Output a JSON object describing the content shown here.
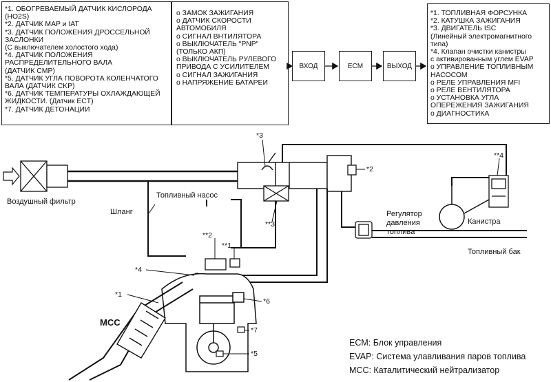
{
  "sensors": {
    "items": [
      "*1. ОБОГРЕВАЕМЫЙ ДАТЧИК КИСЛОРОДА",
      "(HO2S)",
      "*2. ДАТЧИК MAP и IAT",
      "*3. ДАТЧИК ПОЛОЖЕНИЯ ДРОССЕЛЬНОЙ",
      "ЗАСЛОНКИ",
      "(С выключателем холостого хода)",
      "*4. ДАТЧИК ПОЛОЖЕНИЯ",
      "РАСПРЕДЕЛИТЕЛЬНОГО ВАЛА",
      "(ДАТЧИК CMP)",
      "*5. ДАТЧИК УГЛА ПОВОРОТА КОЛЕНЧАТОГО",
      "ВАЛА (ДАТЧИК CKP)",
      "*6. ДАТЧИК ТЕМПЕРАТУРЫ ОХЛАЖДАЮЩЕЙ",
      "ЖИДКОСТИ.  (Датчик ECT)",
      "*7. ДАТЧИК ДЕТОНАЦИИ"
    ]
  },
  "switches": {
    "items": [
      "о ЗАМОК ЗАЖИГАНИЯ",
      "о ДАТЧИК СКОРОСТИ",
      "АВТОМОБИЛЯ",
      "о СИГНАЛ ВНТИЛЯТОРА",
      "о ВЫКЛЮЧАТЕЛЬ \"PNP\"",
      "(ТОЛЬКО АКП)",
      "о ВЫКЛЮЧАТЕЛЬ РУЛЕВОГО",
      "ПРИВОДА С УСИЛИТЕЛЕМ",
      "о СИГНАЛ ЗАЖИГАНИЯ",
      "о НАПРЯЖЕНИЕ БАТАРЕИ"
    ]
  },
  "flow": {
    "input": "ВХОД",
    "ecm": "ECM",
    "output": "ВЫХОД"
  },
  "outputs": {
    "items": [
      "*1. ТОПЛИВНАЯ ФОРСУНКА",
      "*2. КАТУШКА ЗАЖИГАНИЯ",
      "*3. ДВИГАТЕЛЬ ISC",
      "(Линейный электромагнитного",
      "типа)",
      "*4. Клапан очистки канистры",
      "с активированным углем EVAP",
      "о УПРАВЛЕНИЕ ТОПЛИВНЫМ",
      "НАСОСОМ",
      "о РЕЛЕ УПРАВЛЕНИЯ MFI",
      "о РЕЛЕ ВЕНТИЛЯТОРА",
      "о УСТАНОВКА УГЛА",
      "ОПЕРЕЖЕНИЯ ЗАЖИГАНИЯ",
      "о ДИАГНОСТИКА"
    ]
  },
  "labels": {
    "air_filter": "Воздушный фильтр",
    "hose": "Шланг",
    "fuel_pump": "Топливный насос",
    "regulator_1": "Регулятор",
    "regulator_2": "давления",
    "regulator_3": "топлива",
    "canister": "Канистра",
    "fuel_tank": "Топливный бак",
    "mcc": "MCC",
    "m3_top": "*3",
    "m3_bot": "**3",
    "m2_right": "*2",
    "m4_canister": "**4",
    "m2_inj": "**2",
    "m1_inj": "**1",
    "m4_left": "*4",
    "m1_left": "*1",
    "m6": "*6",
    "m7": "*7",
    "m5": "*5"
  },
  "legend": [
    "ECM: Блок управления",
    "EVAP: Система улавливания паров топлива",
    "MCC: Каталитический нейтрализатор"
  ]
}
